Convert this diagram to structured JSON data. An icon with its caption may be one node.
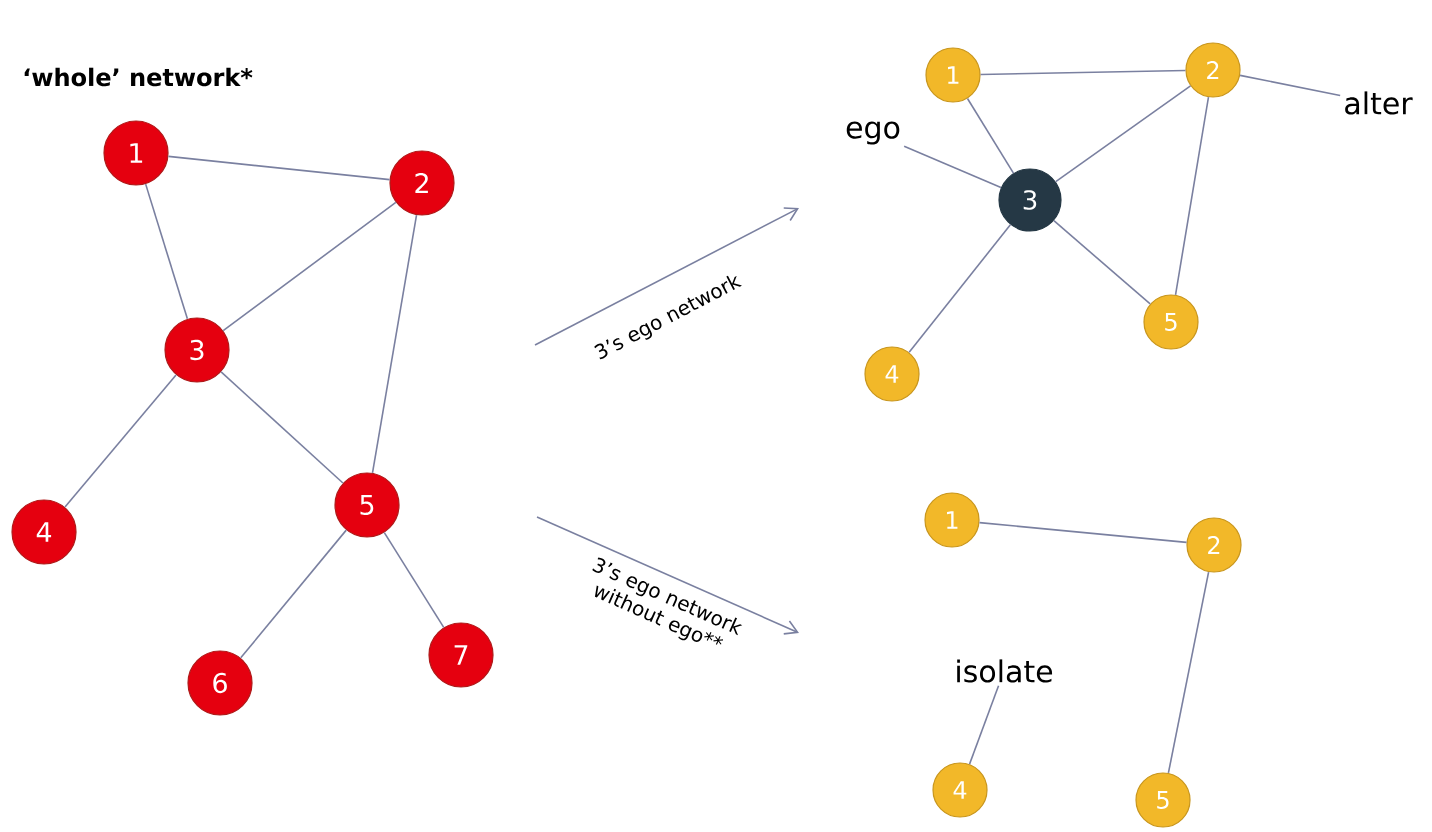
{
  "diagram": {
    "title": "‘whole’ network*",
    "nodes": [
      {
        "text": [
          "1"
        ]
      },
      {
        "text": [
          "2"
        ]
      },
      {
        "text": [
          "3"
        ]
      },
      {
        "text": [
          "4"
        ]
      },
      {
        "text": [
          "5"
        ]
      },
      {
        "text": [
          "6"
        ]
      },
      {
        "text": [
          "7"
        ]
      },
      {
        "text": [
          "1"
        ]
      },
      {
        "text": [
          "2"
        ]
      },
      {
        "text": [
          "3"
        ]
      },
      {
        "text": [
          "4"
        ]
      },
      {
        "text": [
          "5"
        ]
      },
      {
        "text": [
          "1"
        ]
      },
      {
        "text": [
          "2"
        ]
      },
      {
        "text": [
          "4"
        ]
      },
      {
        "text": [
          "5"
        ]
      },
      {
        "text": [
          "ego"
        ]
      },
      {
        "text": [
          "alter"
        ]
      },
      {
        "text": [
          "isolate"
        ]
      }
    ],
    "edges": [
      {
        "from": 0,
        "to": 1,
        "arrow": "none"
      },
      {
        "from": 0,
        "to": 2,
        "arrow": "none"
      },
      {
        "from": 1,
        "to": 2,
        "arrow": "none"
      },
      {
        "from": 1,
        "to": 4,
        "arrow": "none"
      },
      {
        "from": 2,
        "to": 3,
        "arrow": "none"
      },
      {
        "from": 2,
        "to": 4,
        "arrow": "none"
      },
      {
        "from": 4,
        "to": 5,
        "arrow": "none"
      },
      {
        "from": 4,
        "to": 6,
        "arrow": "none"
      },
      {
        "from": 7,
        "to": 8,
        "arrow": "none"
      },
      {
        "from": 7,
        "to": 9,
        "arrow": "none"
      },
      {
        "from": 8,
        "to": 9,
        "arrow": "none"
      },
      {
        "from": 8,
        "to": 11,
        "arrow": "none"
      },
      {
        "from": 9,
        "to": 10,
        "arrow": "none"
      },
      {
        "from": 9,
        "to": 11,
        "arrow": "none"
      },
      {
        "from": 12,
        "to": 13,
        "arrow": "none"
      },
      {
        "from": 13,
        "to": 15,
        "arrow": "none"
      },
      {
        "from": 16,
        "to": 9,
        "arrow": "none"
      },
      {
        "from": 17,
        "to": 8,
        "arrow": "none"
      },
      {
        "from": 18,
        "to": 14,
        "arrow": "none"
      }
    ],
    "labels": [
      "3’s ego network",
      "3’s ego network without ego**"
    ]
  }
}
